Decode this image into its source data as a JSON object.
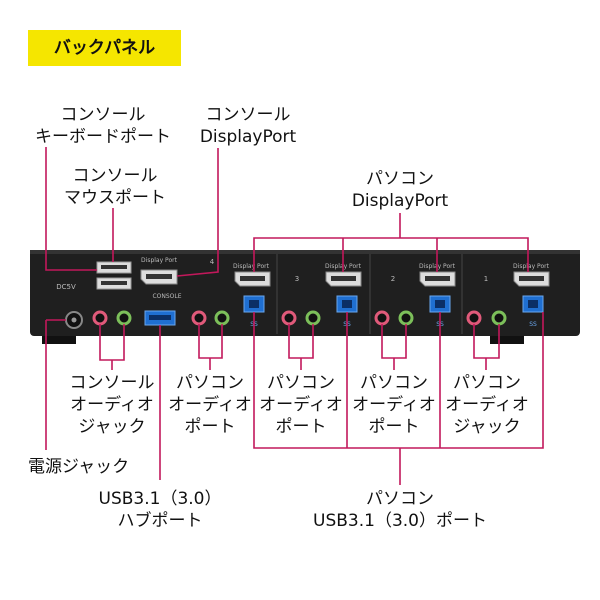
{
  "title": "バックパネル",
  "labels": {
    "console_keyboard": [
      "コンソール",
      "キーボードポート"
    ],
    "console_displayport": [
      "コンソール",
      "DisplayPort"
    ],
    "console_mouse": [
      "コンソール",
      "マウスポート"
    ],
    "pc_displayport": [
      "パソコン",
      "DisplayPort"
    ],
    "console_audio": [
      "コンソール",
      "オーディオ",
      "ジャック"
    ],
    "pc_audio_1": [
      "パソコン",
      "オーディオ",
      "ポート"
    ],
    "pc_audio_2": [
      "パソコン",
      "オーディオ",
      "ポート"
    ],
    "pc_audio_3": [
      "パソコン",
      "オーディオ",
      "ポート"
    ],
    "pc_audio_4": [
      "パソコン",
      "オーディオ",
      "ジャック"
    ],
    "power_jack": "電源ジャック",
    "usb_hub": [
      "USB3.1（3.0）",
      "ハブポート"
    ],
    "pc_usb": [
      "パソコン",
      "USB3.1（3.0）ポート"
    ]
  },
  "device": {
    "dc_label": "DC5V",
    "console_dp_label": "Display Port",
    "console_label": "CONSOLE",
    "ss_label": "SS",
    "ports": [
      {
        "number": "4",
        "dp_label": "Display Port"
      },
      {
        "number": "3",
        "dp_label": "Display Port"
      },
      {
        "number": "2",
        "dp_label": "Display Port"
      },
      {
        "number": "1",
        "dp_label": "Display Port"
      }
    ]
  },
  "colors": {
    "accent": "#f5e600",
    "leader_line": "#c2185b",
    "panel": "#1f1f1f",
    "usb_blue": "#1f6fd1",
    "audio_pink": "#e05a7a",
    "audio_green": "#7cbf5a"
  }
}
